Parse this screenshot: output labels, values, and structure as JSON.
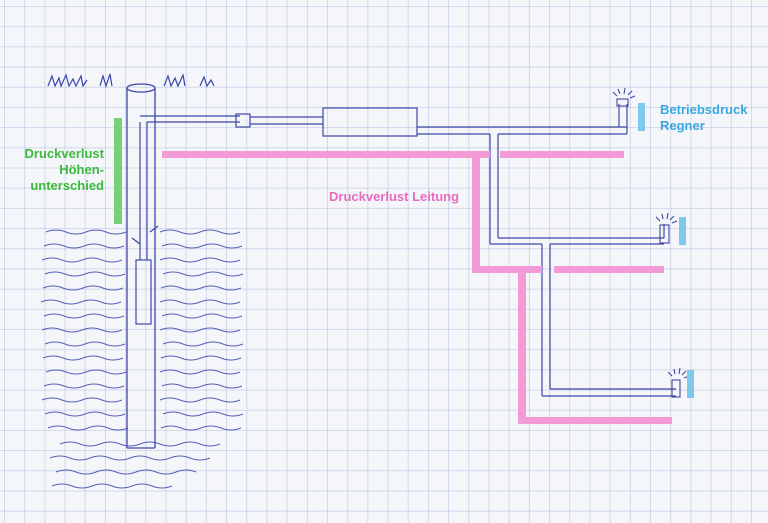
{
  "labels": {
    "hoehe_line1": "Druckverlust",
    "hoehe_line2": "Höhen-",
    "hoehe_line3": "unterschied",
    "leitung": "Druckverlust Leitung",
    "regner_line1": "Betriebsdruck",
    "regner_line2": "Regner"
  },
  "colors": {
    "pipe": "#3d48a8",
    "water": "#3a45b0",
    "hoehe": "#74d174",
    "leitung": "#f39bd7",
    "regner": "#7fc8ee",
    "grid": "#9aa8d6"
  }
}
